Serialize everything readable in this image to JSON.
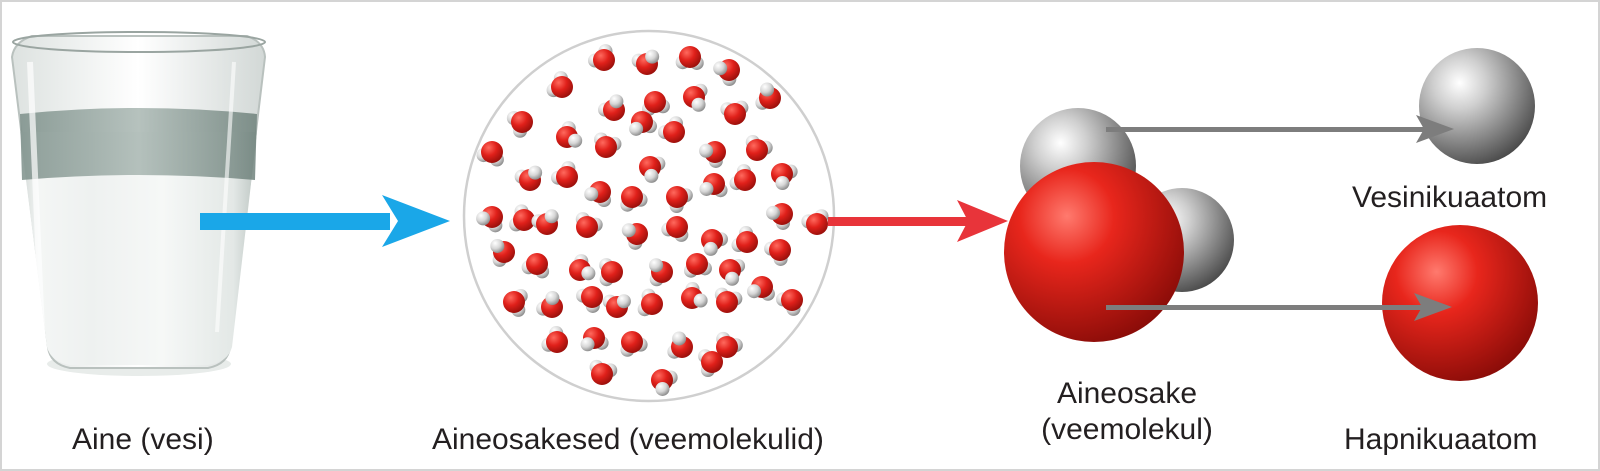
{
  "labels": {
    "substance": "Aine (vesi)",
    "particles": "Aineosakesed (veemolekulid)",
    "particle_line1": "Aineosake",
    "particle_line2": "(veemolekul)",
    "hydrogen_atom": "Vesinikuaatom",
    "oxygen_atom": "Hapnikuaatom"
  },
  "colors": {
    "water_arrow": "#1aa7e8",
    "molecule_arrow": "#e8343a",
    "pointer_arrow": "#7d7d7d",
    "oxygen": "#e02020",
    "hydrogen": "#9a9a9a",
    "text": "#231f20"
  },
  "icons": {
    "glass": "water-glass-icon",
    "molecule": "water-molecule-icon"
  }
}
